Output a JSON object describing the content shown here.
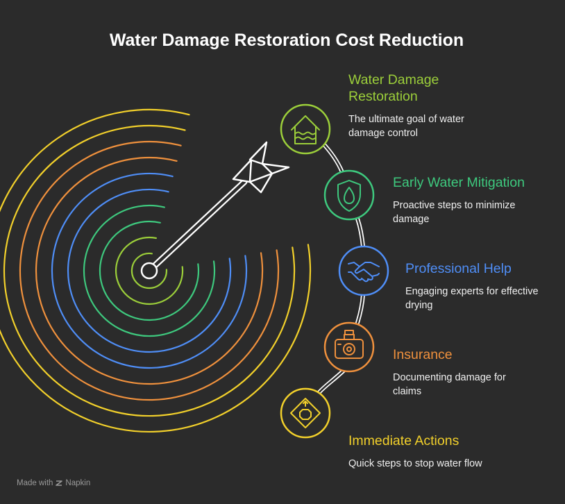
{
  "title": "Water Damage Restoration Cost Reduction",
  "steps": [
    {
      "title": "Water Damage Restoration",
      "description": "The ultimate goal of water damage control",
      "color": "#9ccf3a",
      "icon": "house-water-icon"
    },
    {
      "title": "Early Water Mitigation",
      "description": "Proactive steps to minimize damage",
      "color": "#3ec97e",
      "icon": "water-drop-shield-icon"
    },
    {
      "title": "Professional Help",
      "description": "Engaging experts for effective drying",
      "color": "#4f8ef7",
      "icon": "handshake-icon"
    },
    {
      "title": "Insurance",
      "description": "Documenting damage for claims",
      "color": "#f0913d",
      "icon": "camera-icon"
    },
    {
      "title": "Immediate Actions",
      "description": "Quick steps to stop water flow",
      "color": "#f2d02b",
      "icon": "stop-sign-icon"
    }
  ],
  "footer": {
    "made_with": "Made with",
    "brand": "Napkin"
  }
}
